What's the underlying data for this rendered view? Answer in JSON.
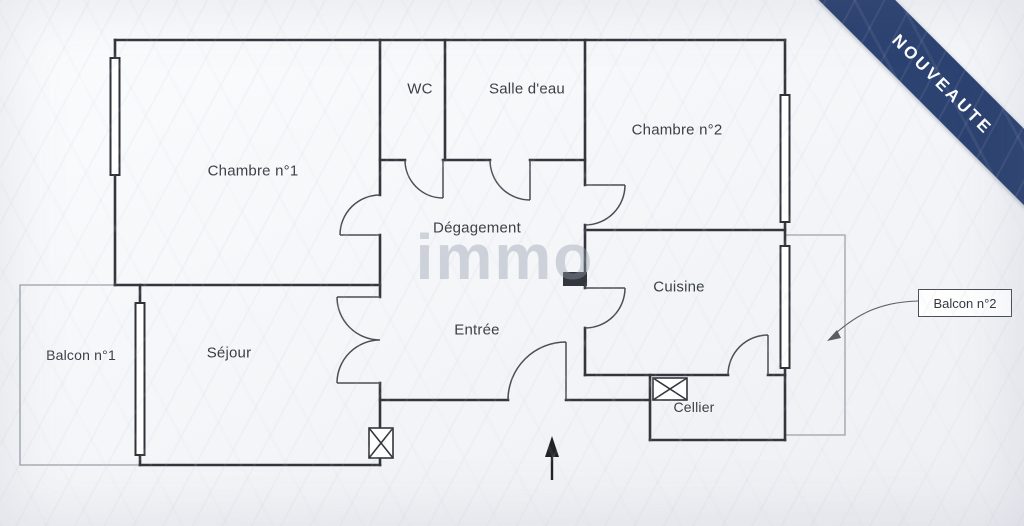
{
  "ribbon": {
    "label": "NOUVEAUTE"
  },
  "watermark": {
    "text": "immo"
  },
  "rooms": [
    {
      "id": "chambre-1",
      "label": "Chambre n°1"
    },
    {
      "id": "wc",
      "label": "WC"
    },
    {
      "id": "salle-deau",
      "label": "Salle d'eau"
    },
    {
      "id": "chambre-2",
      "label": "Chambre n°2"
    },
    {
      "id": "degagement",
      "label": "Dégagement"
    },
    {
      "id": "cuisine",
      "label": "Cuisine"
    },
    {
      "id": "entree",
      "label": "Entrée"
    },
    {
      "id": "sejour",
      "label": "Séjour"
    },
    {
      "id": "balcon-1",
      "label": "Balcon n°1"
    },
    {
      "id": "cellier",
      "label": "Cellier"
    }
  ],
  "callout": {
    "label": "Balcon n°2"
  },
  "colors": {
    "ribbon": "#2c4270",
    "walls": "#33363c",
    "balcony_outline": "#9aa1a8"
  }
}
